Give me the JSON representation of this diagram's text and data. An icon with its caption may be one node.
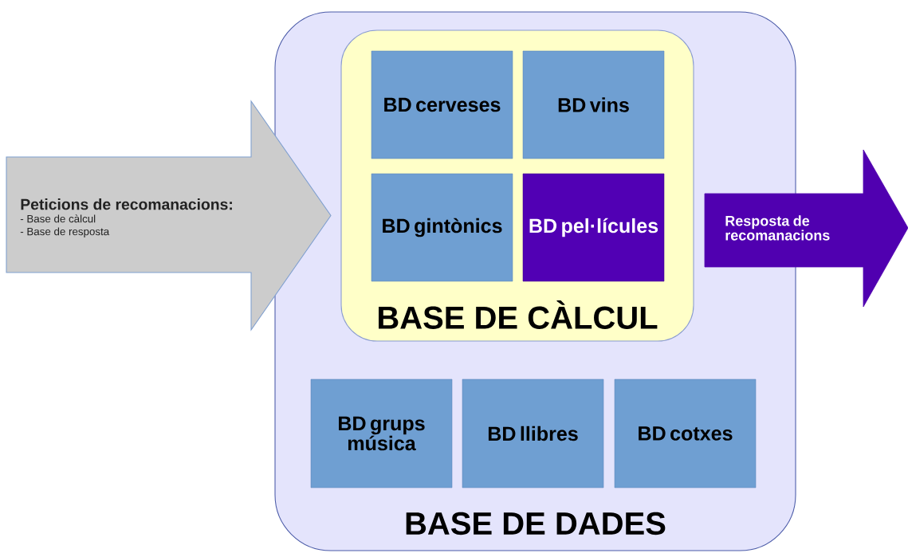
{
  "diagram": {
    "nodes": [
      {
        "text": [
          "Peticions de recomanacions:",
          "- Base de càlcul",
          "- Base de resposta"
        ]
      },
      {
        "text": [
          "BASE DE DADES"
        ]
      },
      {
        "text": [
          "BASE DE CÀLCUL"
        ],
        "in": 1
      },
      {
        "text": [
          "BD cerveses"
        ],
        "in": 2
      },
      {
        "text": [
          "BD vins"
        ],
        "in": 2
      },
      {
        "text": [
          "BD gintònics"
        ],
        "in": 2
      },
      {
        "text": [
          "BD pel·lícules"
        ],
        "in": 2
      },
      {
        "text": [
          "Resposta de recomanacions"
        ]
      },
      {
        "text": [
          "BD grups música"
        ],
        "in": 1
      },
      {
        "text": [
          "BD llibres"
        ],
        "in": 1
      },
      {
        "text": [
          "BD cotxes"
        ],
        "in": 1
      }
    ]
  }
}
